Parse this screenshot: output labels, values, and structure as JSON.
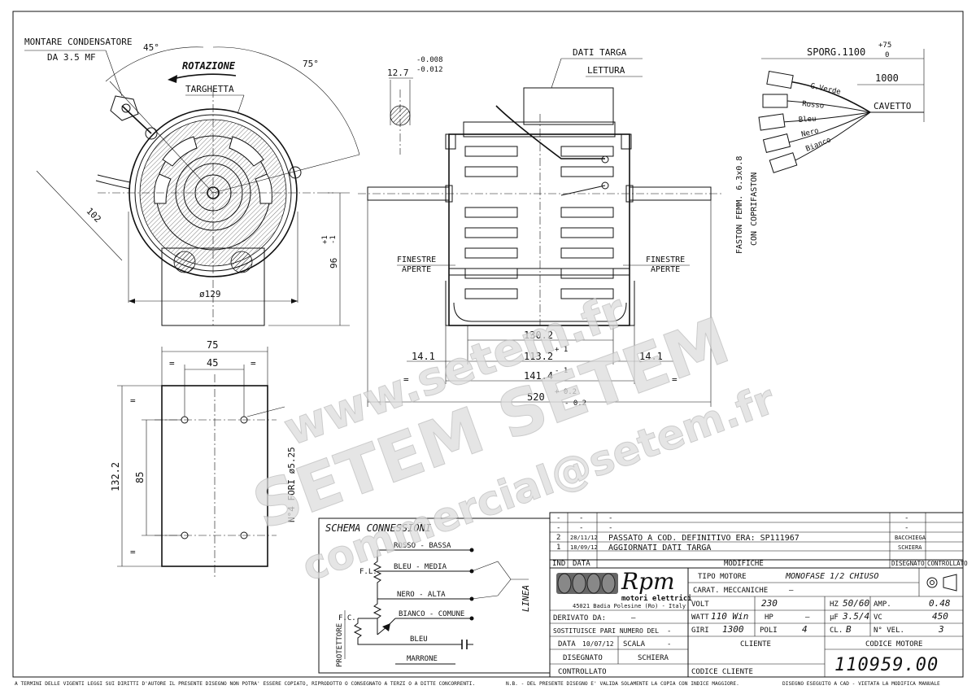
{
  "views": {
    "front": {
      "capacitor_note_1": "MONTARE CONDENSATORE",
      "capacitor_note_2": "DA 3.5 MF",
      "rotation": "ROTAZIONE",
      "plate": "TARGHETTA",
      "angle_a": "45°",
      "angle_b": "75°",
      "dim_102": "102",
      "dim_diam": "ø129",
      "dim_96": "96",
      "tol_96_plus": "+1",
      "tol_96_minus": "-1"
    },
    "side": {
      "dim_shaft": "12.7",
      "tol_shaft_1": "-0.008",
      "tol_shaft_2": "-0.012",
      "plate_data": "DATI TARGA",
      "reading": "LETTURA",
      "windows": "FINESTRE",
      "open": "APERTE",
      "dim_130": "130.2",
      "dim_113": "113.2",
      "dim_141": "141.4",
      "dim_14a": "14.1",
      "dim_14b": "14.1",
      "dim_520": "520",
      "tol_1": "+  1",
      "tol_2": "-  1",
      "tol_3": "+ 0.2",
      "tol_4": "- 0.2",
      "eq": "="
    },
    "cable": {
      "protrusion": "SPORG.1100",
      "tol_up": "+75",
      "tol_down": "0",
      "len": "1000",
      "cable": "CAVETTO",
      "wires": [
        "G.Verde",
        "Rosso",
        "Bleu",
        "Nero",
        "Bianco"
      ],
      "faston_1": "FASTON FEMM. 6.3x0.8",
      "faston_2": "CON COPRIFASTON"
    },
    "bracket": {
      "dim_75": "75",
      "dim_45": "45",
      "dim_132": "132.2",
      "dim_85": "85",
      "holes": "N°4 FORI ø5.25"
    }
  },
  "schema": {
    "title": "SCHEMA CONNESSIONI",
    "red": "ROSSO - BASSA",
    "blue": "BLEU - MEDIA",
    "black": "NERO - ALTA",
    "white": "BIANCO - COMUNE",
    "blue2": "BLEU",
    "brown": "MARRONE",
    "fl": "F.L.",
    "fc": "F.C.",
    "protector": "PROTETTORE",
    "line": "LINEA"
  },
  "title_block": {
    "revisions": [
      {
        "n": "-",
        "date": "-",
        "text": "-",
        "by": "-"
      },
      {
        "n": "-",
        "date": "-",
        "text": "-",
        "by": "-"
      },
      {
        "n": "2",
        "date": "28/11/12",
        "text": "PASSATO A COD. DEFINITIVO ERA: SP111967",
        "by": "BACCHIEGA"
      },
      {
        "n": "1",
        "date": "18/09/12",
        "text": "AGGIORNATI DATI TARGA",
        "by": "SCHIERA"
      }
    ],
    "hdr_ind": "IND",
    "hdr_date": "DATA",
    "hdr_mod": "MODIFICHE",
    "hdr_drawn": "DISEGNATO",
    "hdr_check": "CONTROLLATO",
    "logo_main": "Rpm",
    "logo_sub": "motori elettrici",
    "address": "45021 Badia Polesine (Ro) - Italy",
    "derived_label": "DERIVATO DA:",
    "derived_val": "—",
    "replaces_label": "SOSTITUISCE PARI NUMERO DEL",
    "replaces_val": "-",
    "date_label": "DATA",
    "date_val": "10/07/12",
    "scale_label": "SCALA",
    "scale_val": "-",
    "drawn_label": "DISEGNATO",
    "drawn_val": "SCHIERA",
    "checked_label": "CONTROLLATO",
    "motor_type_label": "TIPO MOTORE",
    "motor_type_val": "MONOFASE 1/2 CHIUSO",
    "mech_label": "CARAT. MECCANICHE",
    "mech_val": "—",
    "volt_label": "VOLT",
    "volt_val": "230",
    "hz_label": "HZ",
    "hz_val": "50/60",
    "amp_label": "AMP.",
    "amp_val": "0.48",
    "watt_label": "WATT",
    "watt_val": "110 Win",
    "hp_label": "HP",
    "hp_val": "—",
    "uf_label": "µF",
    "uf_val": "3.5/4",
    "vc_label": "VC",
    "vc_val": "450",
    "rpm_label": "GIRI",
    "rpm_val": "1300",
    "poles_label": "POLI",
    "poles_val": "4",
    "cl_label": "CL.",
    "cl_val": "B",
    "speeds_label": "N° VEL.",
    "speeds_val": "3",
    "customer_label": "CLIENTE",
    "code_label": "CODICE MOTORE",
    "code_val": "110959.00",
    "customer_code_label": "CODICE CLIENTE"
  },
  "footer": {
    "left": "A TERMINI DELLE VIGENTI LEGGI SUI DIRITTI D'AUTORE IL PRESENTE DISEGNO NON POTRA' ESSERE COPIATO, RIPRODOTTO O CONSEGNATO A TERZI O A DITTE CONCORRENTI.",
    "mid": "N.B. - DEL PRESENTE DISEGNO E' VALIDA SOLAMENTE LA COPIA CON INDICE MAGGIORE.",
    "right": "DISEGNO ESEGUITO A CAD - VIETATA LA MODIFICA MANUALE"
  },
  "watermark": {
    "line1": "www.setem.fr",
    "line2": "SETEM   SETEM",
    "line3": "commercial@setem.fr"
  }
}
